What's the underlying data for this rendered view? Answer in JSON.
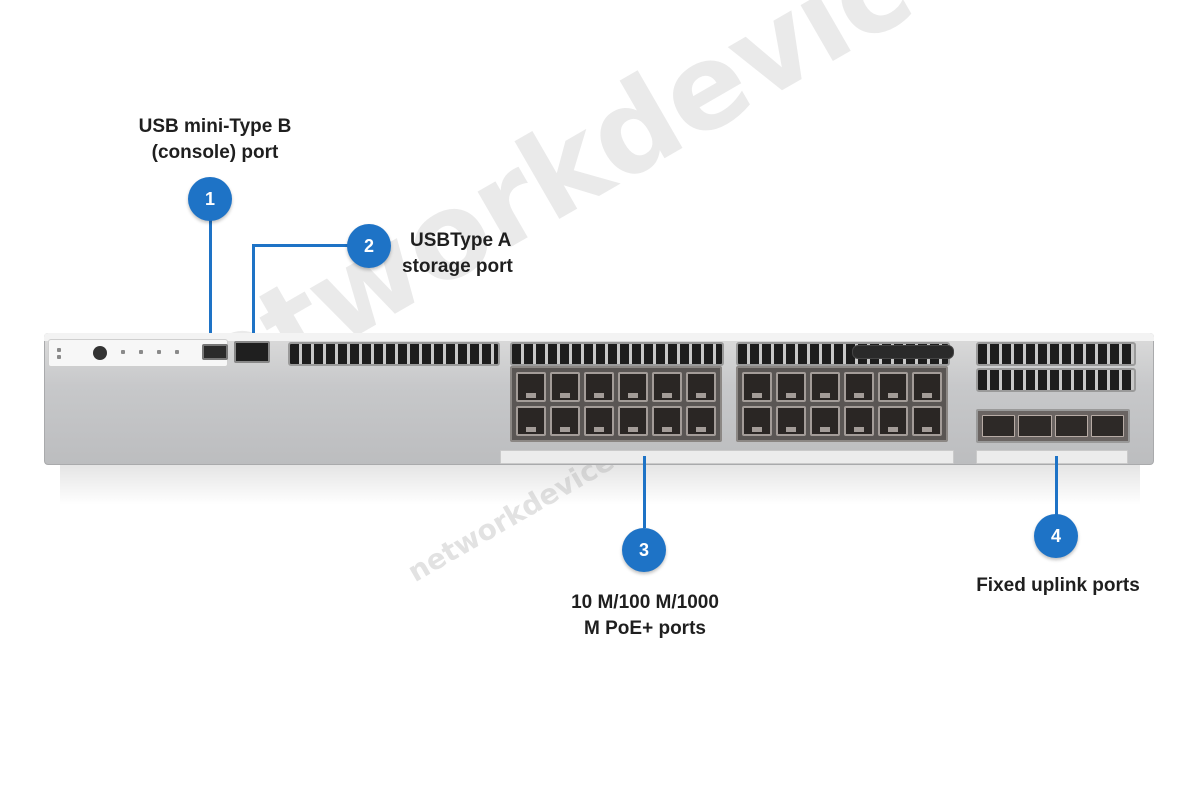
{
  "watermark": {
    "large_text": "networkdevices",
    "small_text": "networkdevices.com"
  },
  "callouts": [
    {
      "number": "1",
      "label_lines": [
        "USB mini-Type B",
        "(console) port"
      ]
    },
    {
      "number": "2",
      "label_lines": [
        "USBType A",
        "storage port"
      ]
    },
    {
      "number": "3",
      "label_lines": [
        "10 M/100 M/1000",
        "M PoE+ ports"
      ]
    },
    {
      "number": "4",
      "label_lines": [
        "Fixed uplink ports"
      ]
    }
  ],
  "colors": {
    "marker": "#1e73c6",
    "chassis": "#c7c8ca",
    "label_text": "#1f1f1f"
  }
}
